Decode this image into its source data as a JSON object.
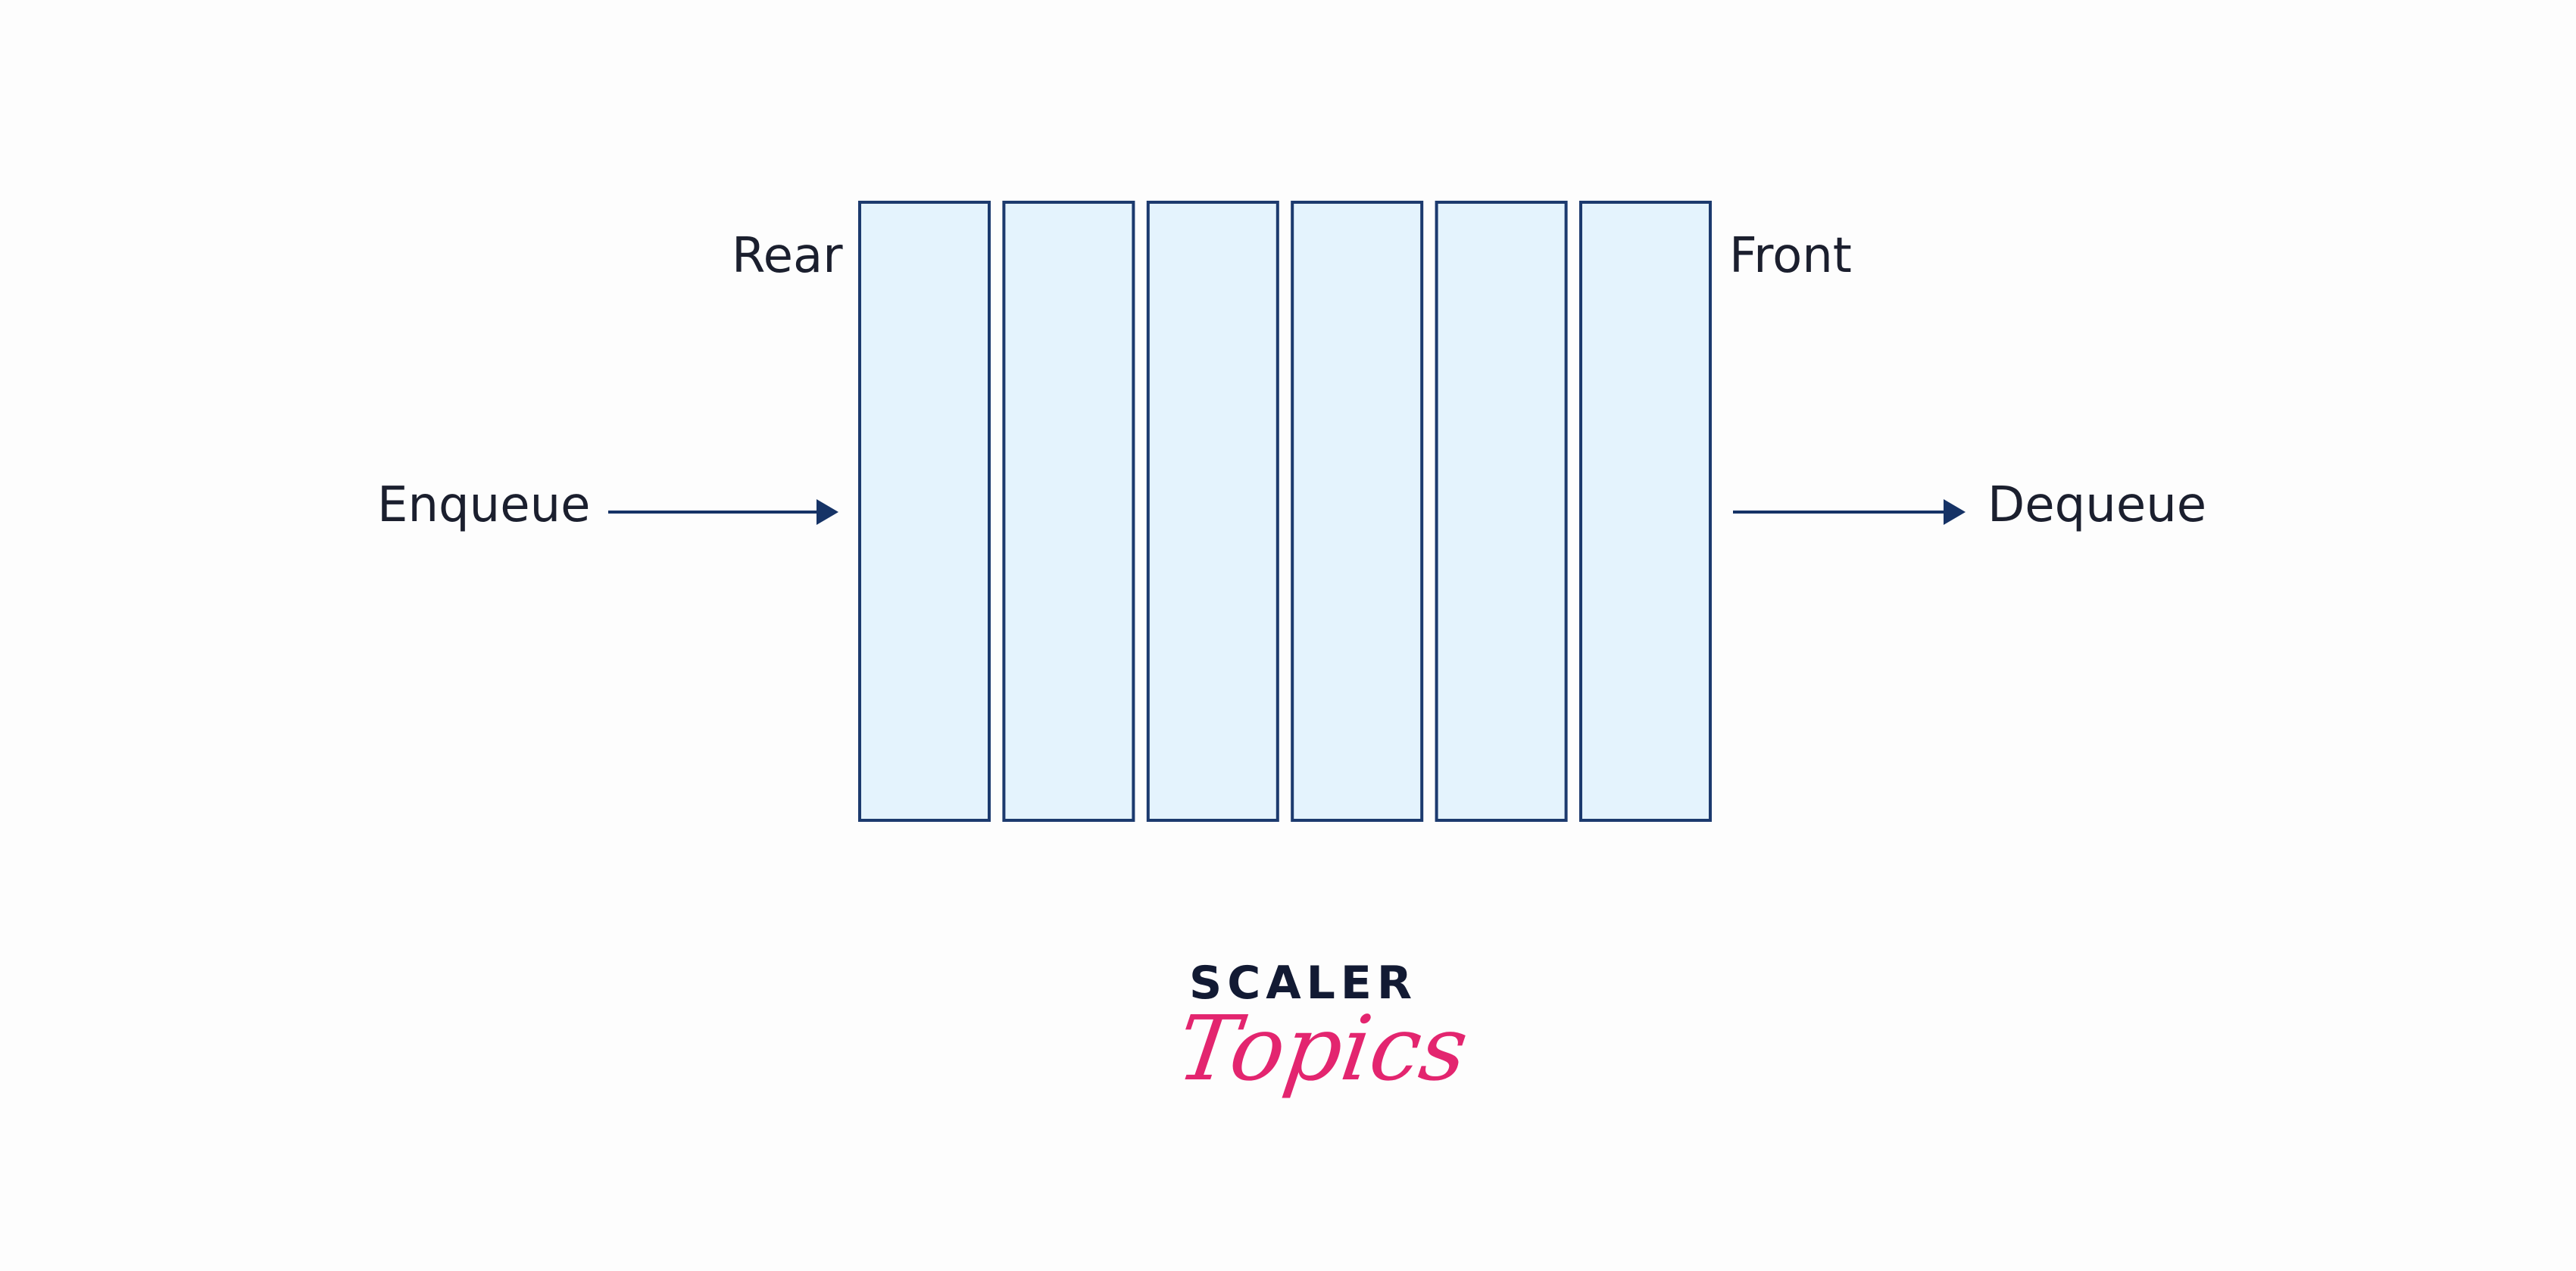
{
  "labels": {
    "rear": "Rear",
    "front": "Front",
    "enqueue": "Enqueue",
    "dequeue": "Dequeue"
  },
  "queue": {
    "slot_count": 6
  },
  "logo": {
    "line1": "SCALER",
    "line2": "Topics"
  },
  "colors": {
    "slot_fill": "#e4f3fd",
    "slot_border": "#1c3a6e",
    "arrow": "#163366",
    "text": "#1b1f2e",
    "logo_dark": "#121a33",
    "logo_accent": "#e3256f"
  }
}
